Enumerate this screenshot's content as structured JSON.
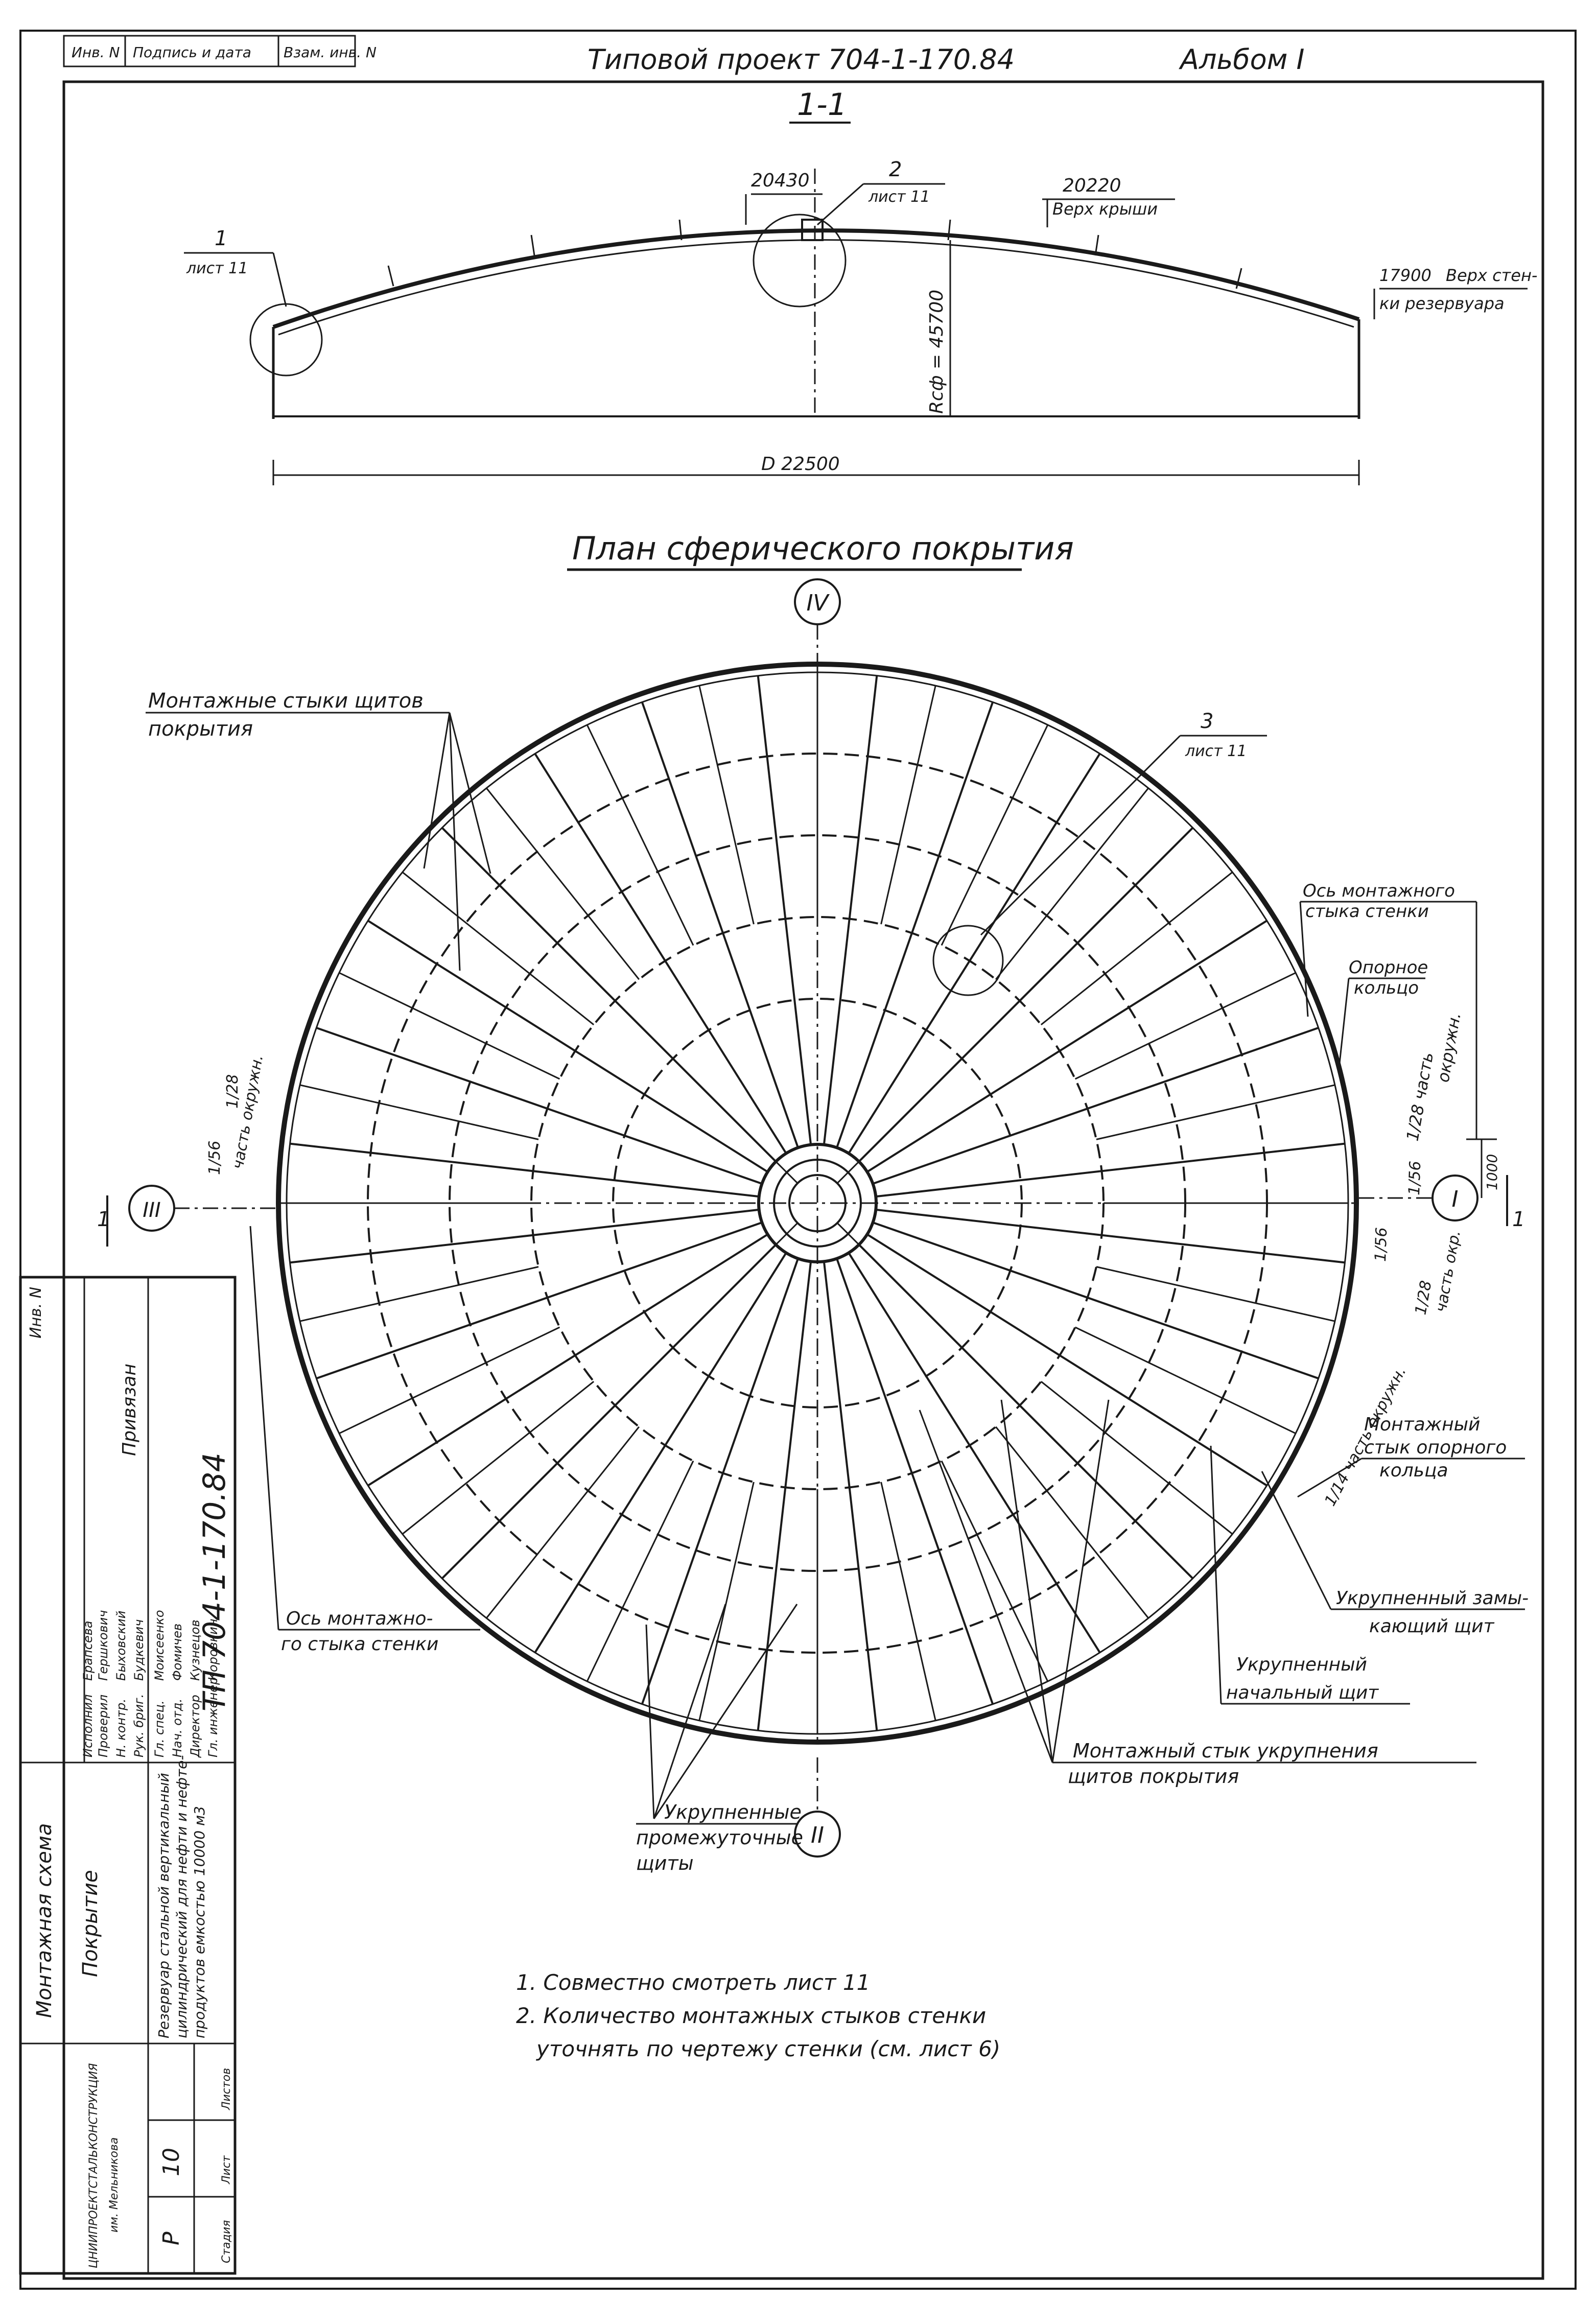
{
  "header": {
    "project": "Типовой проект 704-1-170.84",
    "album": "Альбом I",
    "corner_cells": [
      "Инв. N",
      "Подпись и дата",
      "Взам. инв. N"
    ]
  },
  "section": {
    "title": "1-1",
    "labels": {
      "callout_1_num": "1",
      "callout_1_sheet": "лист 11",
      "callout_2_num": "2",
      "callout_2_sheet": "лист 11",
      "elev_top": "20430",
      "elev_roof": "20220",
      "elev_roof_note": "Верх крыши",
      "elev_wall": "17900",
      "elev_wall_note1": "Верх стен-",
      "elev_wall_note2": "ки резервуара",
      "radius": "Rсф = 45700",
      "diameter": "D 22500"
    }
  },
  "plan": {
    "title": "План сферического покрытия",
    "axes": {
      "top": "IV",
      "bottom": "II",
      "left": "III",
      "right": "I"
    },
    "labels": {
      "joints_1": "Монтажные стыки щитов",
      "joints_2": "покрытия",
      "callout_3_num": "3",
      "callout_3_sheet": "лист 11",
      "wall_axis_r1": "Ось монтажного",
      "wall_axis_r2": "стыка стенки",
      "support_ring_1": "Опорное",
      "support_ring_2": "кольцо",
      "right_frac_1": "1/28 часть",
      "right_frac_1b": "окружн.",
      "right_dim": "1000",
      "frac_156": "1/56",
      "frac_128": "1/28",
      "frac_part": "часть окр.",
      "frac_14": "1/14 часть окружн.",
      "left_frac_128": "1/28",
      "left_frac_156": "1/56",
      "left_frac_part": "часть окружн.",
      "ring_joint_1": "Монтажный",
      "ring_joint_2": "стык опорного",
      "ring_joint_3": "кольца",
      "closing_1": "Укрупненный замы-",
      "closing_2": "кающий щит",
      "starting_1": "Укрупненный",
      "starting_2": "начальный щит",
      "wall_axis_l1": "Ось монтажно-",
      "wall_axis_l2": "го стыка стенки",
      "enlarge_joint_1": "Монтажный стык укрупнения",
      "enlarge_joint_2": "щитов покрытия",
      "interm_1": "Укрупненные",
      "interm_2": "промежуточные",
      "interm_3": "щиты",
      "section_mark": "1"
    }
  },
  "notes": [
    "1. Совместно смотреть лист 11",
    "2. Количество монтажных стыков стенки",
    "уточнять по чертежу стенки (см. лист 6)"
  ],
  "title_block": {
    "doc_code": "ТП 704-1-170.84",
    "description_1": "Резервуар стальной вертикальный",
    "description_2": "цилиндрический для нефти и нефте-",
    "description_3": "продуктов емкостью 10000 м3",
    "drawing_1": "Покрытие",
    "drawing_2": "Монтажная схема",
    "stage_h": "Стадия",
    "sheet_h": "Лист",
    "sheets_h": "Листов",
    "stage": "Р",
    "sheet": "10",
    "org_1": "ЦНИИПРОЕКТСТАЛЬКОНСТРУКЦИЯ",
    "org_2": "им. Мельникова",
    "privyazan": "Привязан",
    "inv_no": "Инв. N",
    "people": [
      [
        "Директор",
        "Кузнецов"
      ],
      [
        "Гл. инженер",
        "Коровкин"
      ],
      [
        "Нач. отд.",
        "Фомичев"
      ],
      [
        "Гл. спец.",
        "Моисеенко"
      ],
      [
        "Рук. бриг.",
        "Будкевич"
      ],
      [
        "Н. контр.",
        "Быховский"
      ],
      [
        "Проверил",
        "Гершкович"
      ],
      [
        "Исполнил",
        "Ерапсева"
      ]
    ]
  }
}
